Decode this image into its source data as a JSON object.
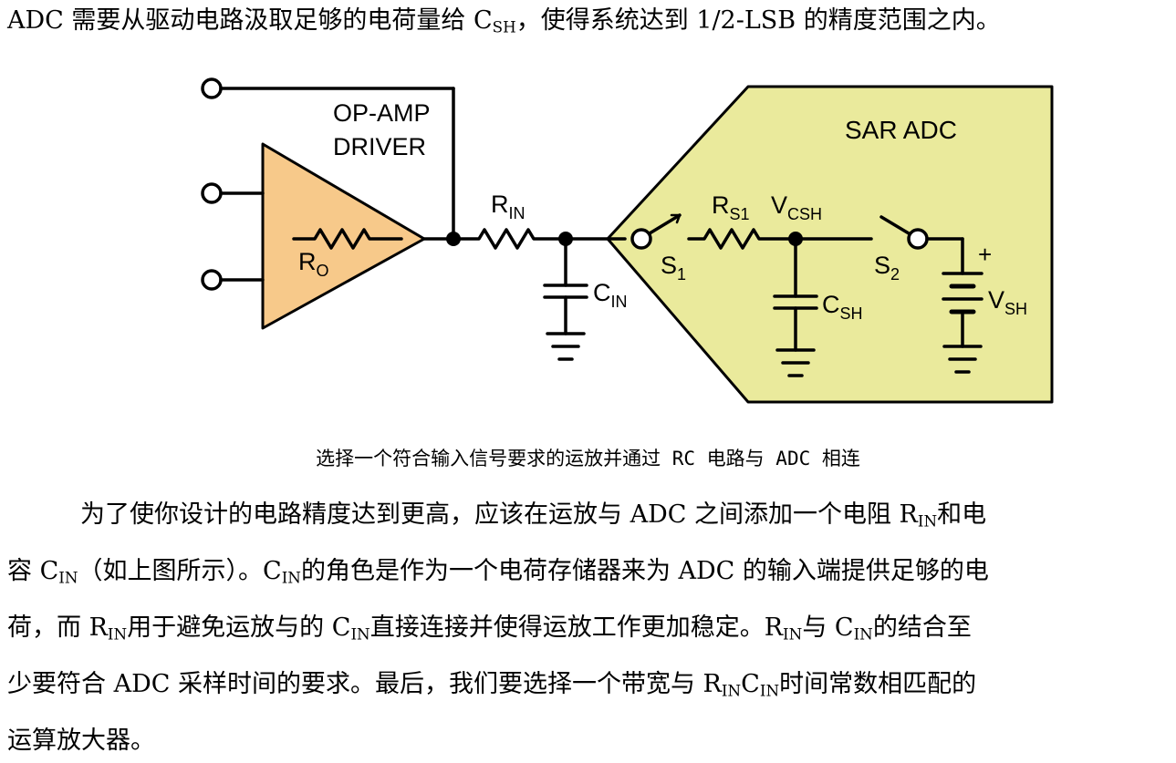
{
  "top_line": {
    "pre": "ADC 需要从驱动电路汲取足够的电荷量给 C",
    "sub": "SH",
    "post": "，使得系统达到 1/2-LSB 的精度范围之内。"
  },
  "figure": {
    "opamp_label_1": "OP-AMP",
    "opamp_label_2": "DRIVER",
    "sar_label": "SAR ADC",
    "ro": {
      "main": "R",
      "sub": "O"
    },
    "rin": {
      "main": "R",
      "sub": "IN"
    },
    "cin": {
      "main": "C",
      "sub": "IN"
    },
    "rs1": {
      "main": "R",
      "sub": "S1"
    },
    "vcsh": {
      "main": "V",
      "sub": "CSH"
    },
    "s1": {
      "main": "S",
      "sub": "1"
    },
    "s2": {
      "main": "S",
      "sub": "2"
    },
    "csh": {
      "main": "C",
      "sub": "SH"
    },
    "vsh": {
      "main": "V",
      "sub": "SH"
    },
    "plus": "+",
    "colors": {
      "opamp_fill": "#f7c98a",
      "adc_fill": "#eaea9c",
      "stroke": "#000000"
    }
  },
  "caption": "选择一个符合输入信号要求的运放并通过 RC 电路与 ADC 相连",
  "para": {
    "l1_a": "为了使你设计的电路精度达到更高，应该在运放与 ADC 之间添加一个电阻 R",
    "l1_s": "IN",
    "l1_b": "和电",
    "l2_a": "容 C",
    "l2_s1": "IN",
    "l2_b": "（如上图所示）。C",
    "l2_s2": "IN",
    "l2_c": "的角色是作为一个电荷存储器来为 ADC 的输入端提供足够的电",
    "l3_a": "荷，而 R",
    "l3_s1": "IN",
    "l3_b": "用于避免运放与的 C",
    "l3_s2": "IN",
    "l3_c": "直接连接并使得运放工作更加稳定。R",
    "l3_s3": "IN",
    "l3_d": "与 C",
    "l3_s4": "IN",
    "l3_e": "的结合至",
    "l4_a": "少要符合 ADC 采样时间的要求。最后，我们要选择一个带宽与 R",
    "l4_s1": "IN",
    "l4_b": "C",
    "l4_s2": "IN",
    "l4_c": "时间常数相匹配的",
    "l5": "运算放大器。"
  }
}
